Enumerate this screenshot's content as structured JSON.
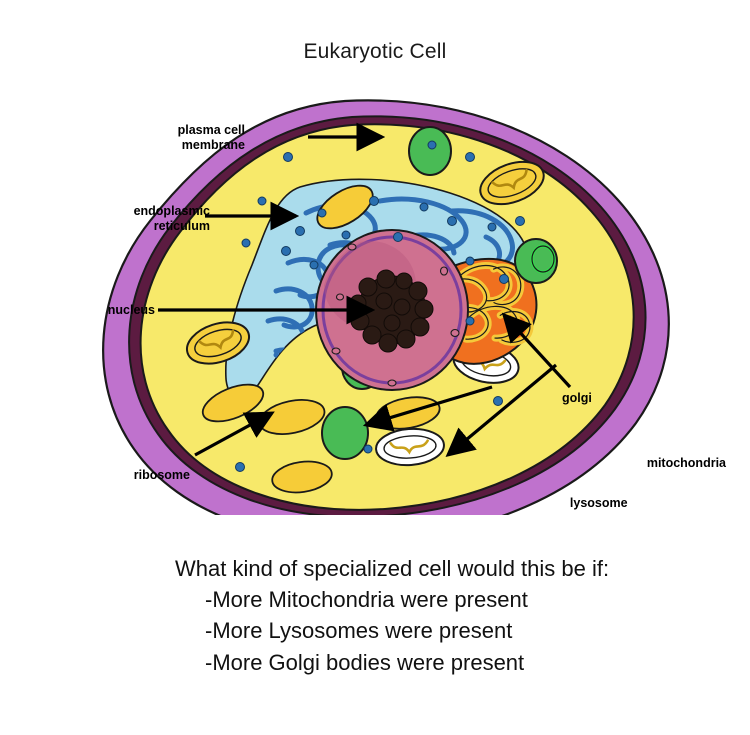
{
  "title": "Eukaryotic Cell",
  "labels": {
    "plasma_membrane": "plasma cell\nmembrane",
    "endoplasmic_reticulum": "endoplasmic\nreticulum",
    "nucleus": "nucleus",
    "ribosome": "ribosome",
    "golgi": "golgi",
    "mitochondria": "mitochondria",
    "lysosome": "lysosome"
  },
  "question": {
    "prompt": "What kind of specialized cell would this be if:",
    "items": [
      "-More Mitochondria were present",
      "-More Lysosomes were present",
      "-More Golgi bodies were present"
    ]
  },
  "colors": {
    "membrane_outer": "#bf72cd",
    "membrane_inner": "#5c1b41",
    "cytoplasm": "#f7e96a",
    "nucleus": "#cf7190",
    "nucleus_envelope": "#7b3f9d",
    "nucleolus": "#2a1a14",
    "er_field": "#aadcec",
    "er_tubule": "#2f6fb5",
    "golgi": "#f0701f",
    "golgi_fold": "#f5c93a",
    "mitochondria": "#f5cf3d",
    "lysosome": "#49bb55",
    "vacuole": "#f6cc38",
    "ribosome": "#2a6fb0",
    "outline": "#1a1a1a",
    "text": "#111111"
  },
  "organelles": {
    "mitochondria_count": 4,
    "lysosome_count": 5,
    "vacuole_count": 7,
    "ribosome_count": 22,
    "golgi_count": 1,
    "nucleus_count": 1
  }
}
